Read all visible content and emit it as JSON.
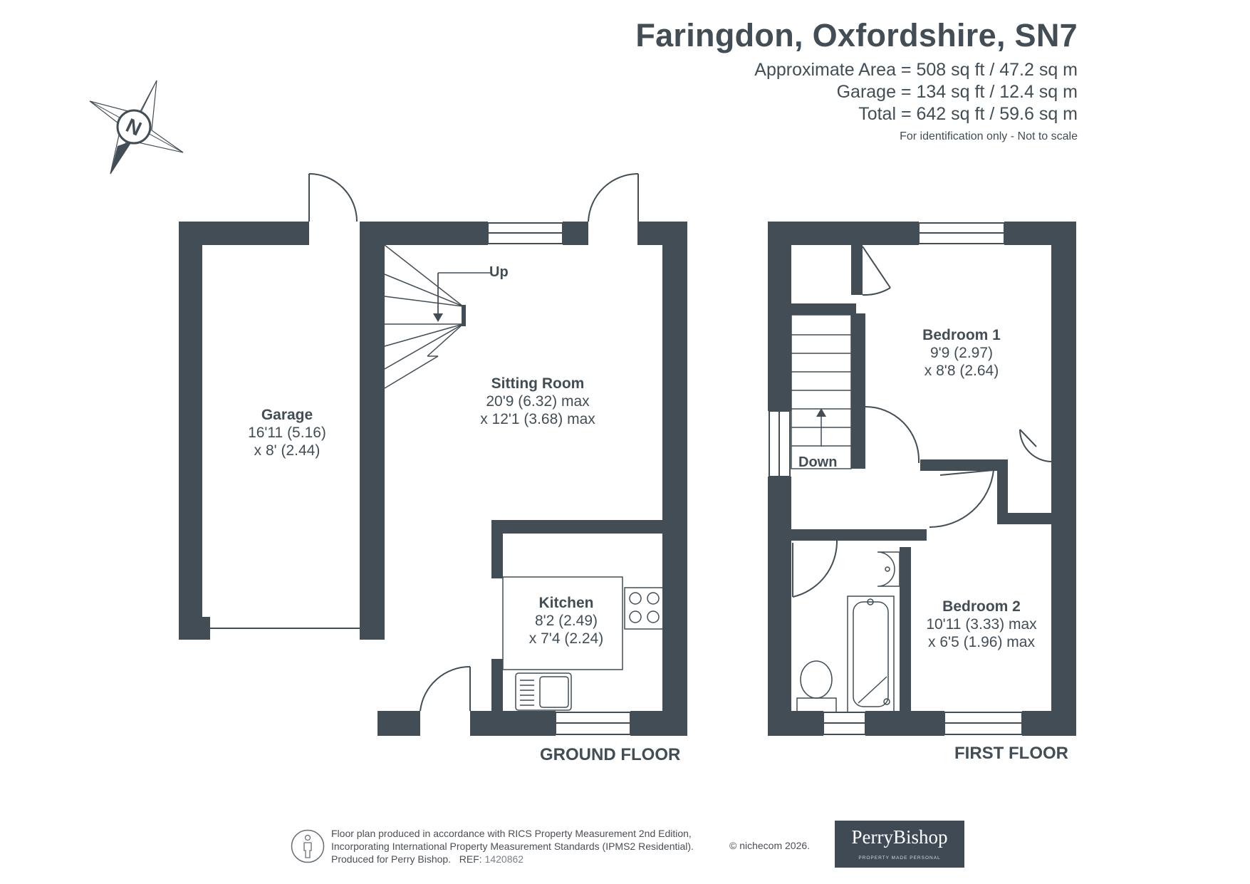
{
  "header": {
    "title": "Faringdon, Oxfordshire, SN7",
    "approx_area": "Approximate Area = 508 sq ft / 47.2 sq m",
    "garage_area": "Garage = 134 sq ft / 12.4 sq m",
    "total_area": "Total = 642 sq ft / 59.6 sq m",
    "note": "For identification only - Not to scale"
  },
  "compass": {
    "label": "N"
  },
  "ground_floor": {
    "label": "GROUND FLOOR",
    "stairs_label": "Up",
    "rooms": [
      {
        "name": "Garage",
        "dim1": "16'11 (5.16)",
        "dim2": "x 8' (2.44)"
      },
      {
        "name": "Sitting Room",
        "dim1": "20'9 (6.32) max",
        "dim2": "x 12'1 (3.68) max"
      },
      {
        "name": "Kitchen",
        "dim1": "8'2 (2.49)",
        "dim2": "x 7'4 (2.24)"
      }
    ]
  },
  "first_floor": {
    "label": "FIRST FLOOR",
    "stairs_label": "Down",
    "rooms": [
      {
        "name": "Bedroom 1",
        "dim1": "9'9 (2.97)",
        "dim2": "x 8'8 (2.64)"
      },
      {
        "name": "Bedroom 2",
        "dim1": "10'11 (3.33) max",
        "dim2": "x 6'5 (1.96) max"
      }
    ]
  },
  "footer": {
    "line1": "Floor plan produced in accordance with RICS Property Measurement 2nd Edition,",
    "line2": "Incorporating International Property Measurement Standards (IPMS2 Residential).",
    "line3": "Produced for Perry Bishop.",
    "ref_label": "REF:",
    "ref_value": "1420862",
    "copyright": "© nichecom 2026.",
    "logo_name": "PerryBishop",
    "logo_tagline": "PROPERTY MADE PERSONAL"
  },
  "colors": {
    "wall": "#424d56",
    "text": "#424d56",
    "logo_bg": "#3f4a55"
  }
}
